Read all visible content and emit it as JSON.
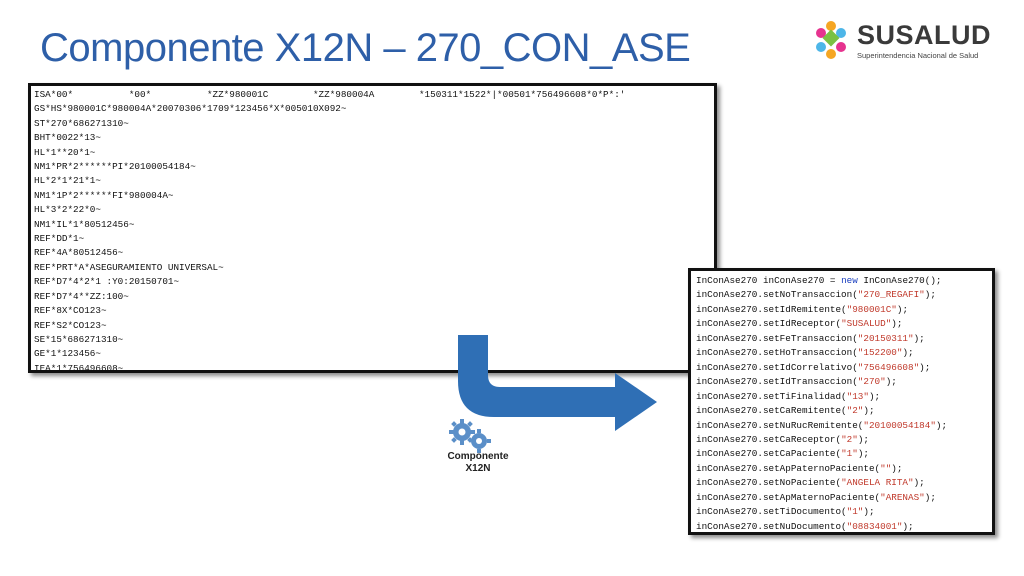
{
  "title": "Componente X12N – 270_CON_ASE",
  "logo": {
    "name": "SUSALUD",
    "subtitle": "Superintendencia Nacional de Salud",
    "colors": [
      "#e6338f",
      "#f5a623",
      "#4db6e8",
      "#7ac143"
    ]
  },
  "edi_lines": [
    "ISA*00*          *00*          *ZZ*980001C        *ZZ*980004A        *150311*1522*|*00501*756496608*0*P*:'",
    "GS*HS*980001C*980004A*20070306*1709*123456*X*005010X092~",
    "ST*270*686271310~",
    "BHT*0022*13~",
    "HL*1**20*1~",
    "NM1*PR*2******PI*20100054184~",
    "HL*2*1*21*1~",
    "NM1*1P*2******FI*980004A~",
    "HL*3*2*22*0~",
    "NM1*IL*1*80512456~",
    "REF*DD*1~",
    "REF*4A*80512456~",
    "REF*PRT*A*ASEGURAMIENTO UNIVERSAL~",
    "REF*D7*4*2*1 :Y0:20150701~",
    "REF*D7*4**ZZ:100~",
    "REF*8X*CO123~",
    "REF*S2*CO123~",
    "SE*15*686271310~",
    "GE*1*123456~",
    "IEA*1*756496608~"
  ],
  "code_lines": [
    {
      "pre": "InConAse270 inConAse270 = ",
      "kw": "new",
      "post": " InConAse270();",
      "str": ""
    },
    {
      "pre": "inConAse270.setNoTransaccion(",
      "str": "\"270_REGAFI\"",
      "post": ");"
    },
    {
      "pre": "inConAse270.setIdRemitente(",
      "str": "\"980001C\"",
      "post": ");"
    },
    {
      "pre": "inConAse270.setIdReceptor(",
      "str": "\"SUSALUD\"",
      "post": ");"
    },
    {
      "pre": "inConAse270.setFeTransaccion(",
      "str": "\"20150311\"",
      "post": ");"
    },
    {
      "pre": "inConAse270.setHoTransaccion(",
      "str": "\"152200\"",
      "post": ");"
    },
    {
      "pre": "inConAse270.setIdCorrelativo(",
      "str": "\"756496608\"",
      "post": ");"
    },
    {
      "pre": "inConAse270.setIdTransaccion(",
      "str": "\"270\"",
      "post": ");"
    },
    {
      "pre": "inConAse270.setTiFinalidad(",
      "str": "\"13\"",
      "post": ");"
    },
    {
      "pre": "inConAse270.setCaRemitente(",
      "str": "\"2\"",
      "post": ");"
    },
    {
      "pre": "inConAse270.setNuRucRemitente(",
      "str": "\"20100054184\"",
      "post": ");"
    },
    {
      "pre": "inConAse270.setCaReceptor(",
      "str": "\"2\"",
      "post": ");"
    },
    {
      "pre": "inConAse270.setCaPaciente(",
      "str": "\"1\"",
      "post": ");"
    },
    {
      "pre": "inConAse270.setApPaternoPaciente(",
      "str": "\"\"",
      "post": ");"
    },
    {
      "pre": "inConAse270.setNoPaciente(",
      "str": "\"ANGELA RITA\"",
      "post": ");"
    },
    {
      "pre": "inConAse270.setApMaternoPaciente(",
      "str": "\"ARENAS\"",
      "post": ");"
    },
    {
      "pre": "inConAse270.setTiDocumento(",
      "str": "\"1\"",
      "post": ");"
    },
    {
      "pre": "inConAse270.setNuDocumento(",
      "str": "\"08834001\"",
      "post": ");"
    }
  ],
  "component_label": {
    "line1": "Componente",
    "line2": "X12N"
  },
  "colors": {
    "title": "#2e5fa8",
    "arrow": "#2f6fb5",
    "gear": "#5b8fc8",
    "string_literal": "#c0392b",
    "keyword": "#1a3fbf"
  },
  "icons": [
    "gears-icon",
    "bent-arrow-icon",
    "susalud-logo-icon"
  ]
}
